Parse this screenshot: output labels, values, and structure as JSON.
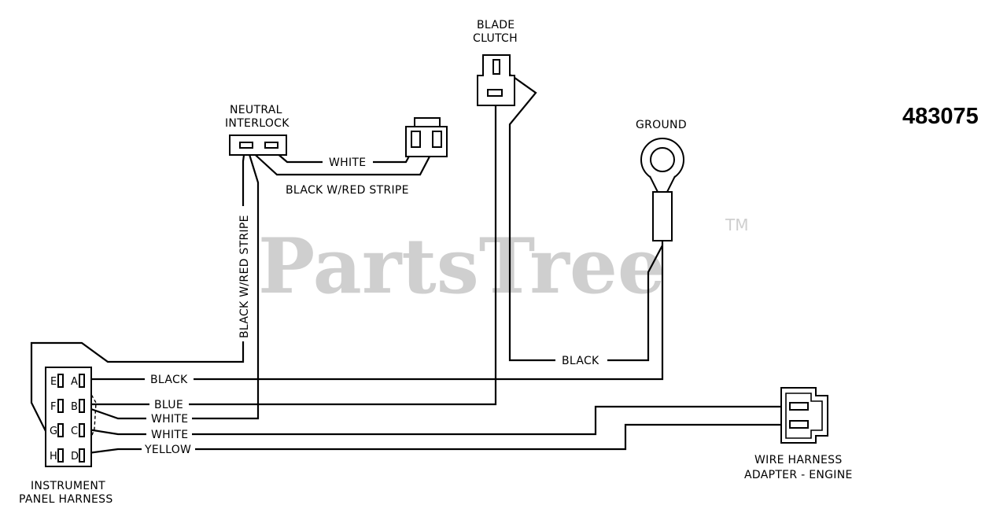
{
  "part_number": "483075",
  "watermark": {
    "text": "PartsTree",
    "trademark": "TM"
  },
  "components": {
    "neutral_interlock": [
      "NEUTRAL",
      "INTERLOCK"
    ],
    "blade_clutch": [
      "BLADE",
      "CLUTCH"
    ],
    "ground": [
      "GROUND"
    ],
    "instrument_panel_harness": [
      "INSTRUMENT",
      "PANEL HARNESS"
    ],
    "wire_harness_adapter": [
      "WIRE HARNESS",
      "ADAPTER - ENGINE"
    ]
  },
  "wire_labels": {
    "white_top": "WHITE",
    "black_red_horizontal": "BLACK W/RED STRIPE",
    "black_red_vertical": "BLACK W/RED STRIPE",
    "black_mid": "BLACK",
    "black": "BLACK",
    "blue": "BLUE",
    "white_b": "WHITE",
    "white_c": "WHITE",
    "yellow": "YELLOW"
  },
  "pin_labels": {
    "left": [
      "E",
      "F",
      "G",
      "H"
    ],
    "right": [
      "A",
      "B",
      "C",
      "D"
    ]
  },
  "colors": {
    "line": "#000000",
    "watermark": "#cfcfcf",
    "background": "#ffffff"
  }
}
